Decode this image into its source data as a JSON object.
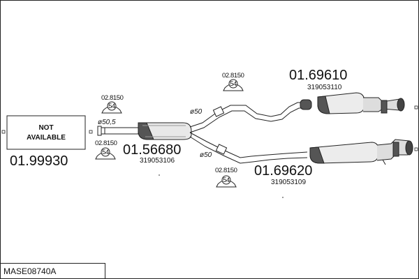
{
  "diagram": {
    "not_available_box": {
      "line1": "NOT",
      "line2": "AVAILABLE"
    },
    "parts": [
      {
        "id": "front-pipe",
        "number": "01.99930"
      },
      {
        "id": "middle-silencer",
        "number": "01.56680",
        "ref": "319053106"
      },
      {
        "id": "rear-silencer-upper",
        "number": "01.69610",
        "ref": "319053110"
      },
      {
        "id": "rear-silencer-lower",
        "number": "01.69620",
        "ref": "319053109"
      }
    ],
    "clamps": [
      {
        "id": "clamp-front-upper",
        "number": "02.8150",
        "badge": "54"
      },
      {
        "id": "clamp-front-lower",
        "number": "02.8150",
        "badge": "54"
      },
      {
        "id": "clamp-rear-upper",
        "number": "02.8150",
        "badge": "54"
      },
      {
        "id": "clamp-rear-lower",
        "number": "02.8150",
        "badge": "54"
      }
    ],
    "pipe_diameters": [
      {
        "id": "front-inlet-diameter",
        "label": "ø50,5"
      },
      {
        "id": "upper-branch-diameter",
        "label": "ø50"
      },
      {
        "id": "lower-branch-diameter",
        "label": "ø50"
      }
    ],
    "system_code": "MASE08740A"
  }
}
